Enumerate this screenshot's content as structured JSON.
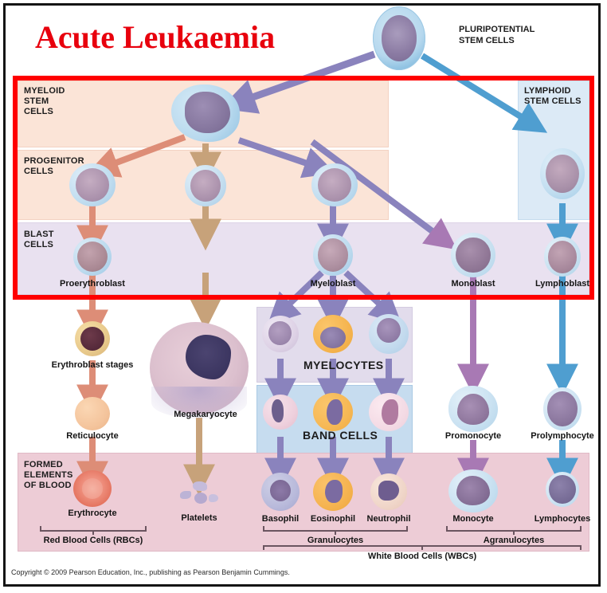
{
  "title": "Acute Leukaemia",
  "copyright": "Copyright © 2009 Pearson Education, Inc., publishing as Pearson Benjamin Cummings.",
  "colors": {
    "title_red": "#e8000d",
    "highlight_red": "#ff0000",
    "myeloid_band": "#fbe4d7",
    "lymphoid_band": "#dceaf6",
    "blast_band": "#e9e1f0",
    "myelocytes_band": "#e2dcec",
    "bandcells_band": "#c6dcef",
    "formed_band": "#edccd6",
    "arrow_salmon": "#dd8d77",
    "arrow_tan": "#c7a27a",
    "arrow_purple": "#8a83bd",
    "arrow_violet": "#a879b4",
    "arrow_blue": "#4f9ed0"
  },
  "top": {
    "stem_label_line1": "PLURIPOTENTIAL",
    "stem_label_line2": "STEM CELLS"
  },
  "sections": [
    {
      "id": "myeloid",
      "lines": [
        "MYELOID",
        "STEM",
        "CELLS"
      ]
    },
    {
      "id": "progenitor",
      "lines": [
        "PROGENITOR",
        "CELLS"
      ]
    },
    {
      "id": "blast",
      "lines": [
        "BLAST",
        "CELLS"
      ]
    },
    {
      "id": "lymphoid",
      "lines": [
        "LYMPHOID",
        "STEM CELLS"
      ]
    },
    {
      "id": "formed",
      "lines": [
        "FORMED",
        "ELEMENTS",
        "OF BLOOD"
      ]
    }
  ],
  "box_labels": {
    "myelocytes": "MYELOCYTES",
    "band_cells": "BAND CELLS"
  },
  "cells": {
    "blast_row": [
      {
        "name": "Proeryth­roblast",
        "label": "Proerythroblast"
      },
      {
        "name": "Myeloblast",
        "label": "Myeloblast"
      },
      {
        "name": "Monoblast",
        "label": "Monoblast"
      },
      {
        "name": "Lymphoblast",
        "label": "Lymphoblast"
      }
    ],
    "erythroid": [
      {
        "label": "Erythroblast stages"
      },
      {
        "label": "Reticulocyte"
      },
      {
        "label": "Erythrocyte"
      }
    ],
    "megakaryocyte": {
      "label": "Megakaryocyte"
    },
    "platelets": {
      "label": "Platelets"
    },
    "granulocyte_finals": [
      {
        "label": "Basophil"
      },
      {
        "label": "Eosinophil"
      },
      {
        "label": "Neutrophil"
      }
    ],
    "agranulocyte_mid": [
      {
        "label": "Promonocyte"
      },
      {
        "label": "Prolymphocyte"
      }
    ],
    "agranulocyte_finals": [
      {
        "label": "Monocyte"
      },
      {
        "label": "Lymphocytes"
      }
    ]
  },
  "brackets": {
    "rbc": "Red Blood Cells (RBCs)",
    "granulocytes": "Granulocytes",
    "agranulocytes": "Agranulocytes",
    "wbc": "White Blood Cells (WBCs)"
  }
}
